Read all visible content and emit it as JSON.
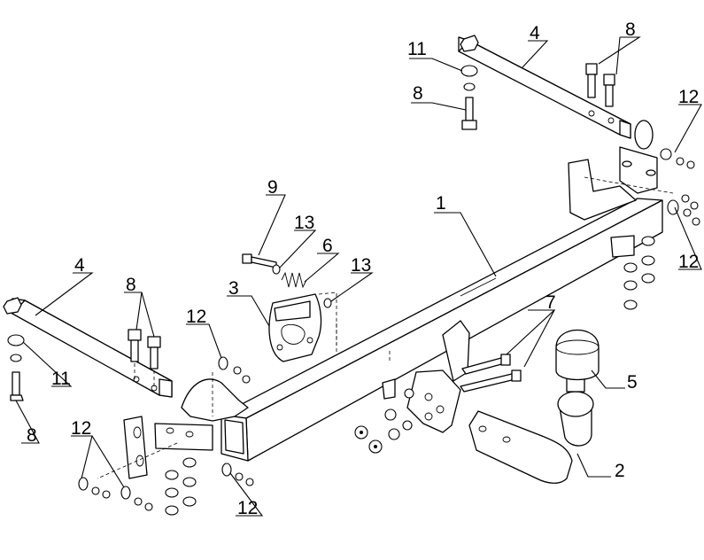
{
  "callouts": {
    "c1": "1",
    "c2": "2",
    "c3": "3",
    "c4_left": "4",
    "c4_right": "4",
    "c5": "5",
    "c6": "6",
    "c7": "7",
    "c8_left_top": "8",
    "c8_left_bottom": "8",
    "c8_right_top": "8",
    "c8_right_mid": "8",
    "c9": "9",
    "c11_left": "11",
    "c11_right": "11",
    "c12_right_top": "12",
    "c12_right_bottom": "12",
    "c12_center_left": "12",
    "c12_bottom_left": "12",
    "c12_bottom_center": "12",
    "c13_top": "13",
    "c13_mid": "13"
  },
  "colors": {
    "line": "#000000",
    "background": "#ffffff"
  }
}
